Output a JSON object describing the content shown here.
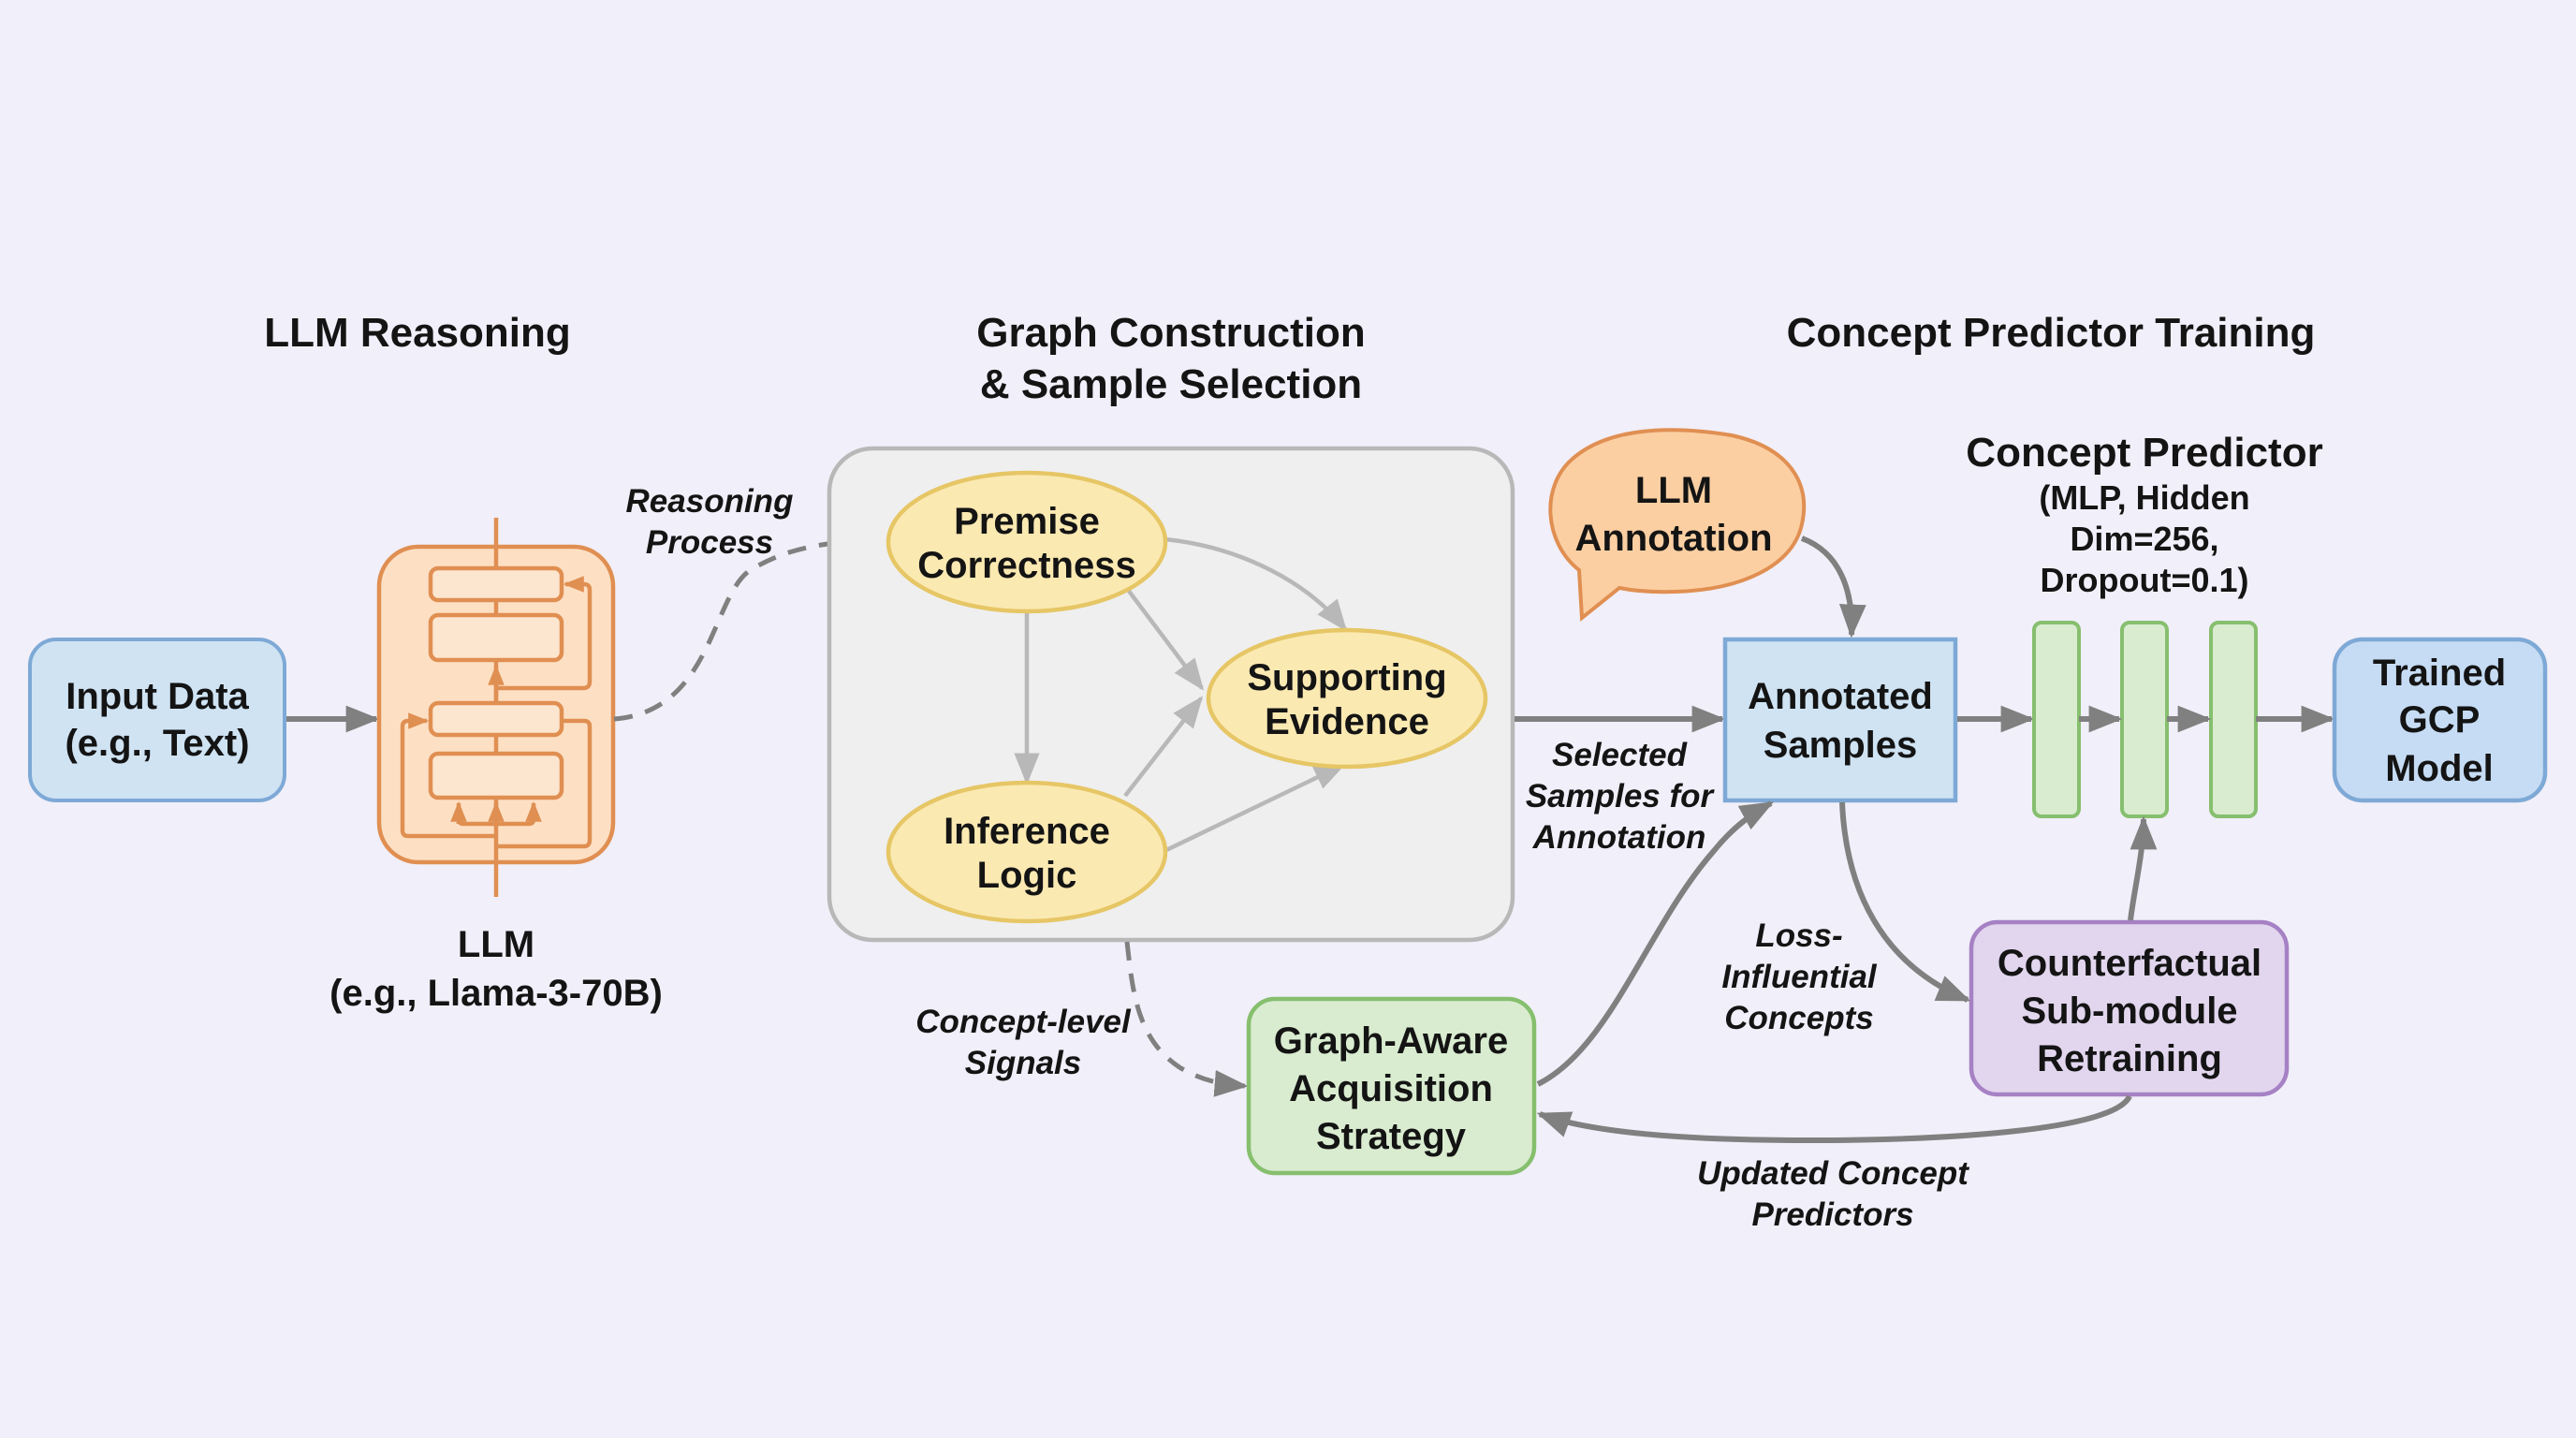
{
  "sections": {
    "llm_reasoning": "LLM Reasoning",
    "graph_construction": [
      "Graph Construction",
      "& Sample Selection"
    ],
    "concept_predictor_training": "Concept Predictor Training"
  },
  "nodes": {
    "input_data": [
      "Input Data",
      "(e.g., Text)"
    ],
    "llm": [
      "LLM",
      "(e.g., Llama-3-70B)"
    ],
    "premise": [
      "Premise",
      "Correctness"
    ],
    "supporting": [
      "Supporting",
      "Evidence"
    ],
    "inference": [
      "Inference",
      "Logic"
    ],
    "llm_annotation": [
      "LLM",
      "Annotation"
    ],
    "annotated_samples": [
      "Annotated",
      "Samples"
    ],
    "concept_predictor": [
      "Concept Predictor",
      "(MLP, Hidden",
      "Dim=256,",
      "Dropout=0.1)"
    ],
    "trained_gcp": [
      "Trained",
      "GCP",
      "Model"
    ],
    "counterfactual": [
      "Counterfactual",
      "Sub-module",
      "Retraining"
    ],
    "graph_aware": [
      "Graph-Aware",
      "Acquisition",
      "Strategy"
    ]
  },
  "edge_labels": {
    "reasoning_process": [
      "Reasoning",
      "Process"
    ],
    "selected_samples": [
      "Selected",
      "Samples for",
      "Annotation"
    ],
    "concept_signals": [
      "Concept-level",
      "Signals"
    ],
    "loss_influential": [
      "Loss-",
      "Influential",
      "Concepts"
    ],
    "updated_predictors": [
      "Updated Concept",
      "Predictors"
    ]
  },
  "colors": {
    "background": "#f1eff9",
    "blue_fill": "#cfe3f3",
    "blue_stroke": "#7ea9d6",
    "orange_fill": "#fde0c4",
    "orange_stroke": "#e08f52",
    "yellow_fill": "#fbe9b2",
    "yellow_stroke": "#e6c665",
    "green_fill": "#d9ecd0",
    "green_stroke": "#86bf6e",
    "purple_fill": "#e2d6ee",
    "purple_stroke": "#a681c4",
    "gray_box_fill": "#efefef",
    "gray_box_stroke": "#b8b8b8",
    "arrow": "#808080",
    "graph_edge": "#b8b8b8"
  }
}
